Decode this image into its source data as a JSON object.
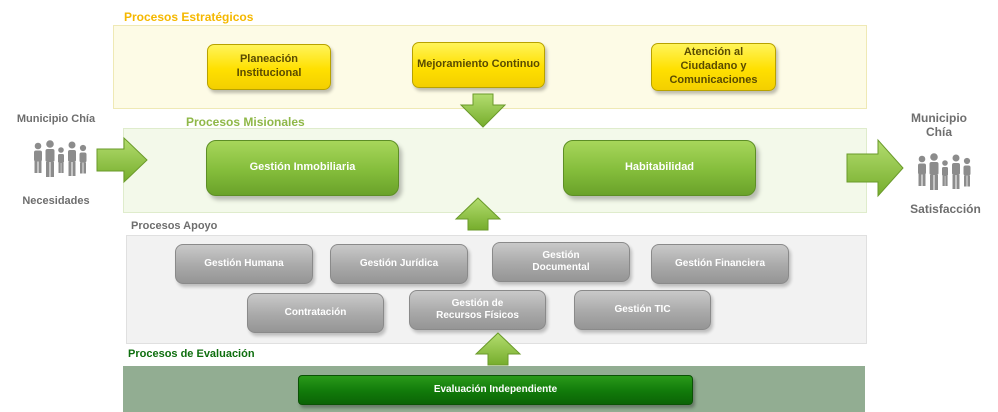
{
  "sections": {
    "strategic": "Procesos Estratégicos",
    "missional": "Procesos Misionales",
    "support": "Procesos Apoyo",
    "evaluation": "Procesos de Evaluación"
  },
  "strategic_boxes": [
    "Planeación Institucional",
    "Mejoramiento Continuo",
    "Atención al Ciudadano y Comunicaciones"
  ],
  "missional_boxes": [
    "Gestión Inmobiliaria",
    "Habitabilidad"
  ],
  "support_boxes": [
    "Gestión Humana",
    "Gestión Jurídica",
    "Gestión Documental",
    "Gestión Financiera",
    "Contratación",
    "Gestión de Recursos Físicos",
    "Gestión TIC"
  ],
  "evaluation_boxes": [
    "Evaluación Independiente"
  ],
  "left": {
    "title": "Municipio Chía",
    "caption": "Necesidades",
    "icon": "people-group-icon"
  },
  "right": {
    "title": "Municipio Chía",
    "caption": "Satisfacción",
    "icon": "people-group-icon"
  },
  "colors": {
    "strategic_title": "#f5b800",
    "missional_title": "#8fb848",
    "support_title": "#6e6e6e",
    "evaluation_title": "#0e6e0e",
    "arrow": "#8dc63f"
  }
}
